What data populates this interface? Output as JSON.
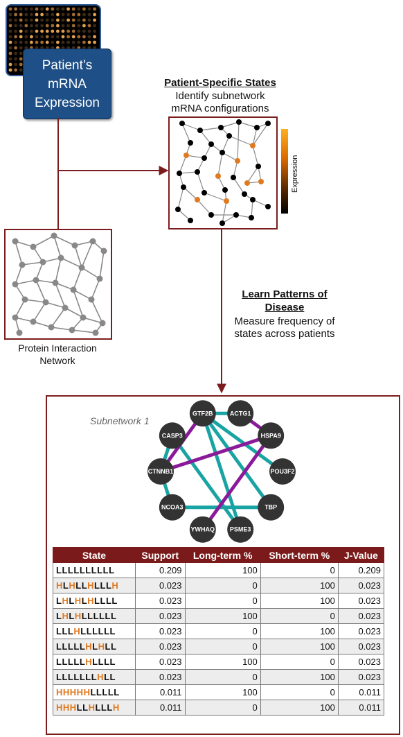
{
  "mrna_box": {
    "line1": "Patient’s",
    "line2": "mRNA",
    "line3": "Expression"
  },
  "patient_states": {
    "heading": "Patient-Specific States",
    "sub1": "Identify subnetwork",
    "sub2": "mRNA configurations"
  },
  "expression_label": "Expression",
  "protein_network": {
    "line1": "Protein Interaction",
    "line2": "Network"
  },
  "learn": {
    "heading1": "Learn Patterns of",
    "heading2": "Disease",
    "sub1": "Measure frequency of",
    "sub2": "states across patients"
  },
  "subnetwork": {
    "title": "Subnetwork 1",
    "nodes": [
      "ACTG1",
      "HSPA9",
      "POU3F2",
      "TBP",
      "PSME3",
      "YWHAQ",
      "NCOA3",
      "CTNNB1",
      "CASP3",
      "GTF2B"
    ],
    "teal_color": "#1aa3a3",
    "purple_color": "#8a1a9a"
  },
  "table": {
    "headers": [
      "State",
      "Support",
      "Long-term %",
      "Short-term %",
      "J-Value"
    ],
    "rows": [
      {
        "state": "LLLLLLLLLL",
        "support": "0.209",
        "long": "100",
        "short": "0",
        "j": "0.209"
      },
      {
        "state": "HLHLLHLLLH",
        "support": "0.023",
        "long": "0",
        "short": "100",
        "j": "0.023"
      },
      {
        "state": "LHLHLHLLLL",
        "support": "0.023",
        "long": "0",
        "short": "100",
        "j": "0.023"
      },
      {
        "state": "LHLHLLLLLL",
        "support": "0.023",
        "long": "100",
        "short": "0",
        "j": "0.023"
      },
      {
        "state": "LLLHLLLLLL",
        "support": "0.023",
        "long": "0",
        "short": "100",
        "j": "0.023"
      },
      {
        "state": "LLLLLHLHLL",
        "support": "0.023",
        "long": "0",
        "short": "100",
        "j": "0.023"
      },
      {
        "state": "LLLLLHLLLL",
        "support": "0.023",
        "long": "100",
        "short": "0",
        "j": "0.023"
      },
      {
        "state": "LLLLLLLHLL",
        "support": "0.023",
        "long": "0",
        "short": "100",
        "j": "0.023"
      },
      {
        "state": "HHHHHLLLLL",
        "support": "0.011",
        "long": "100",
        "short": "0",
        "j": "0.011"
      },
      {
        "state": "HHHLLHLLLH",
        "support": "0.011",
        "long": "0",
        "short": "100",
        "j": "0.011"
      }
    ]
  },
  "colors": {
    "dark_red": "#7b1d1d",
    "blue_box": "#1e4f86",
    "orange": "#e07a20",
    "teal": "#1aa3a3",
    "purple": "#8a1a9a"
  }
}
